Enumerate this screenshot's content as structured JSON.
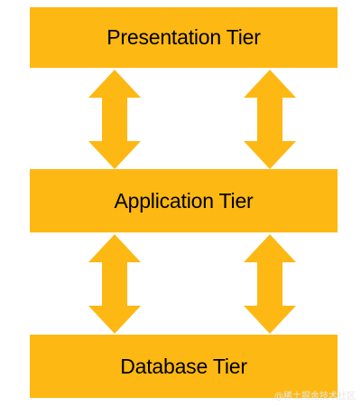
{
  "colors": {
    "tier_fill": "#FDB813",
    "arrow_fill": "#FDB813",
    "text": "#000000",
    "background": "#FFFFFF"
  },
  "tiers": [
    {
      "label": "Presentation Tier"
    },
    {
      "label": "Application Tier"
    },
    {
      "label": "Database Tier"
    }
  ],
  "watermark": "@稀土掘金技术社区"
}
